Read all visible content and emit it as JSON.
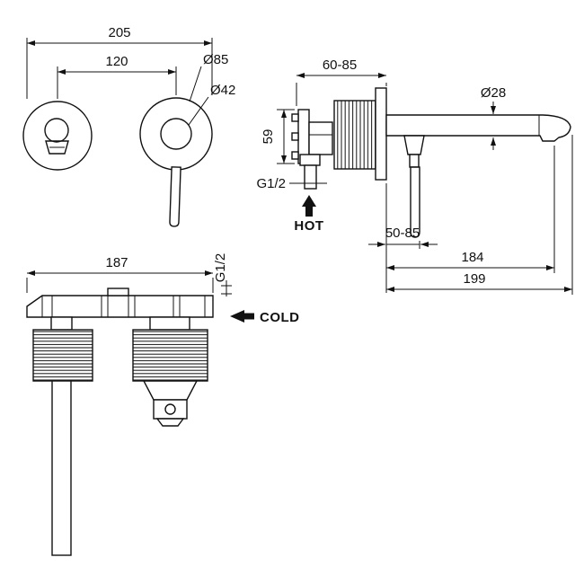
{
  "front_view": {
    "overall_width": "205",
    "centers_distance": "120",
    "escutcheon_diameter": "Ø85",
    "handle_diameter": "Ø42"
  },
  "side_view": {
    "wall_depth_range": "60-85",
    "body_height": "59",
    "spout_diameter": "Ø28",
    "inlet_thread": "G1/2",
    "hot_label": "HOT",
    "handle_projection_range": "50-85",
    "spout_reach": "184",
    "overall_reach": "199"
  },
  "plan_view": {
    "body_width": "187",
    "inlet_thread": "G1/2",
    "cold_label": "COLD"
  },
  "colors": {
    "line": "#111111",
    "background": "#ffffff"
  }
}
